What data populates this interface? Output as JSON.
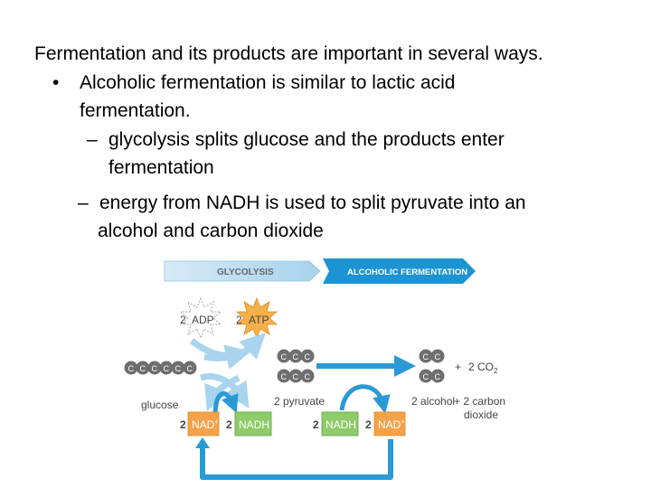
{
  "slide": {
    "heading": "Fermentation and its products are important in several ways.",
    "bullet": "•",
    "dash": "–",
    "point1_line1": "Alcoholic fermentation is similar to lactic acid",
    "point1_line2": "fermentation.",
    "sub1_line1": "glycolysis splits glucose and the products enter",
    "sub1_line2": "fermentation",
    "sub2_line1": "energy from NADH is used to split pyruvate into an",
    "sub2_line2": "alcohol and carbon dioxide"
  },
  "diagram": {
    "banner_glycolysis": "GLYCOLYSIS",
    "banner_fermentation": "ALCOHOLIC FERMENTATION",
    "coef_2": "2",
    "adp": "ADP",
    "atp": "ATP",
    "carbon": "C",
    "glucose": "glucose",
    "pyruvate": "2 pyruvate",
    "plus": "+",
    "co2": "2 CO",
    "co2_sub": "2",
    "alcohol": "2 alcohol",
    "carbon_dioxide_line1": "+ 2 carbon",
    "carbon_dioxide_line2": "dioxide",
    "nad_plus": "NAD",
    "nad_plus_sup": "+",
    "nadh": "NADH"
  },
  "colors": {
    "glycolysis_banner": "#b9dcef",
    "fermentation_banner": "#1c93d2",
    "nad_plus_fill": "#f4a24a",
    "nadh_fill": "#8ecb6a",
    "atp_fill": "#f5b04a",
    "carbon_fill": "#6e6e6e",
    "cycle_arrow": "#2a9ad6"
  }
}
